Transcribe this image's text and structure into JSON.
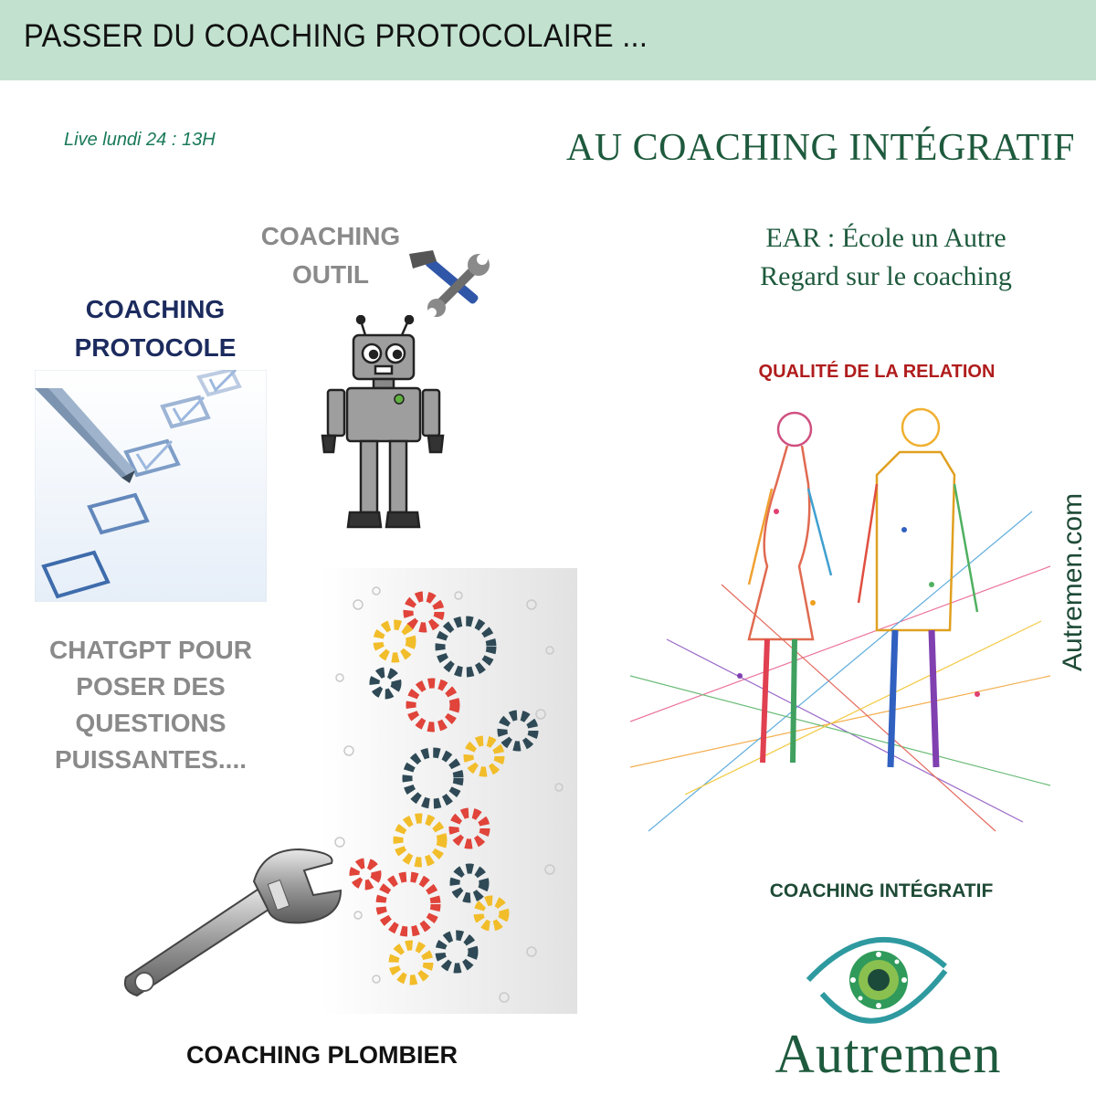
{
  "banner": {
    "title": "PASSER DU COACHING PROTOCOLAIRE ..."
  },
  "live": "Live lundi 24 : 13H",
  "headline": "AU COACHING INTÉGRATIF",
  "ear": {
    "line1": "EAR : École un Autre",
    "line2": "Regard sur le coaching"
  },
  "labels": {
    "outil": [
      "COACHING",
      "OUTIL"
    ],
    "protocole": [
      "COACHING",
      "PROTOCOLE"
    ],
    "chatgpt": [
      "CHATGPT POUR",
      "POSER DES",
      "QUESTIONS",
      "PUISSANTES...."
    ],
    "plombier": "COACHING PLOMBIER",
    "qualite": "QUALITÉ DE LA RELATION",
    "integratif": "COACHING INTÉGRATIF"
  },
  "website": "Autremen.com",
  "brand": "Autremen",
  "colors": {
    "banner_bg": "#c2e2cf",
    "green_dark": "#1e5a3d",
    "navy": "#1c2b5e",
    "grey_text": "#8a8a8a",
    "red_accent": "#b01c1c",
    "gear_red": "#e0443a",
    "gear_yellow": "#f2bd2a",
    "gear_dark": "#2f4a56"
  },
  "icons": {
    "checklist": "checklist-icon",
    "robot": "robot-icon",
    "tools": "hammer-wrench-icon",
    "gears": "gears-icon",
    "wrench": "wrench-icon",
    "figures": "couple-figures-icon",
    "logo": "eye-logo-icon"
  }
}
